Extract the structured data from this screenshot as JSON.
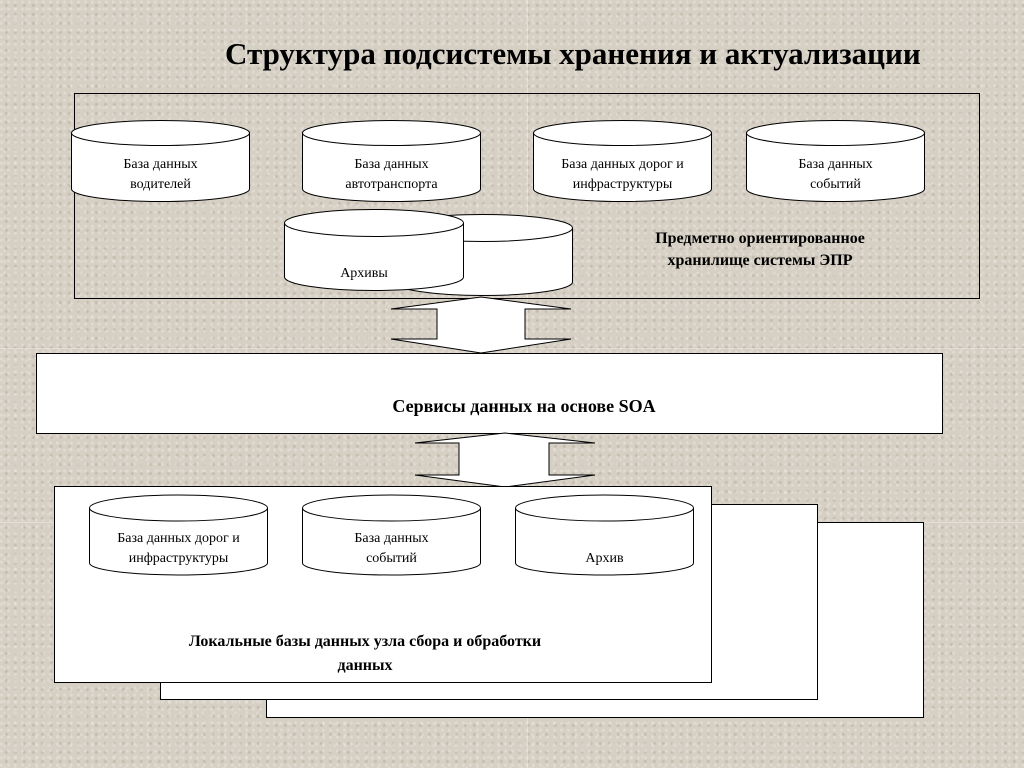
{
  "title": "Структура подсистемы хранения и актуализации",
  "top_storage": {
    "label_line1": "Предметно ориентированное",
    "label_line2": "хранилище системы ЭПР",
    "db": [
      {
        "line1": "База данных",
        "line2": "водителей"
      },
      {
        "line1": "База данных",
        "line2": "автотранспорта"
      },
      {
        "line1": "База данных дорог и",
        "line2": "инфраструктуры"
      },
      {
        "line1": "База данных",
        "line2": "событий"
      }
    ],
    "archives": "Архивы"
  },
  "services": {
    "label": "Сервисы данных на основе SOA"
  },
  "local": {
    "label_line1": "Локальные базы данных узла сбора и обработки",
    "label_line2": "данных",
    "db": [
      {
        "line1": "База данных дорог и",
        "line2": "инфраструктуры"
      },
      {
        "line1": "База данных",
        "line2": "событий"
      }
    ],
    "archive": "Архив"
  }
}
